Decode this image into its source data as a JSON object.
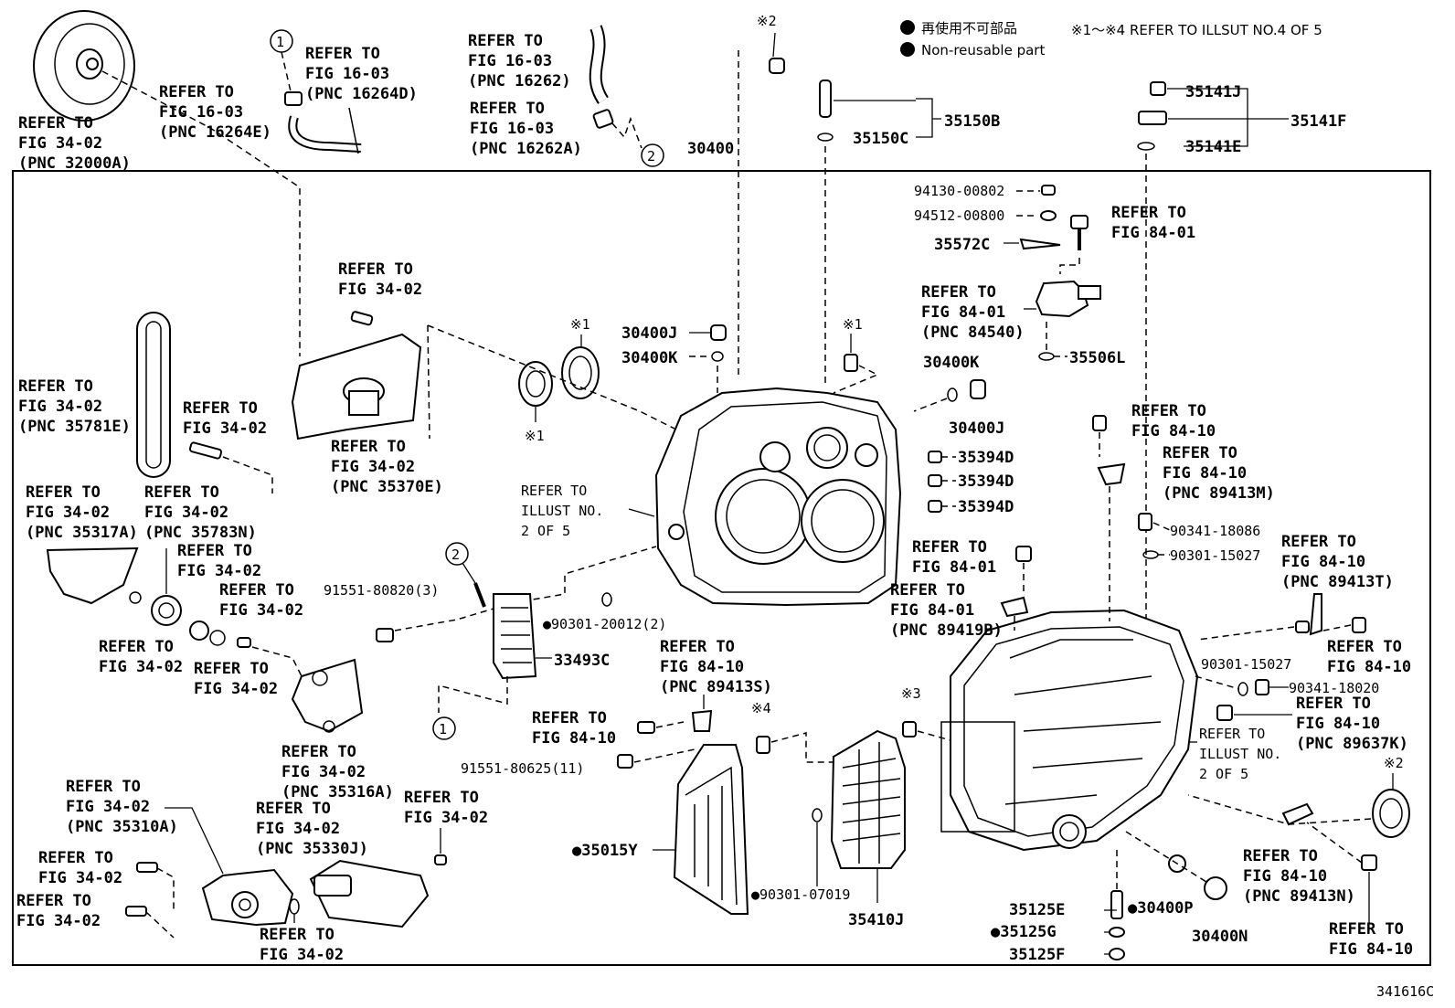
{
  "legend": {
    "jp_label": "再使用不可部品",
    "en_label": "Non-reusable part",
    "note": "※1～※4 REFER TO ILLSUT NO.4 OF 5"
  },
  "figure_code": "341616C",
  "marks": {
    "m1": "※1",
    "m2": "※2",
    "m3": "※3",
    "m4": "※4",
    "c1": "1",
    "c2": "2"
  },
  "parts": {
    "p30400": "30400",
    "p35150B": "35150B",
    "p35150C": "35150C",
    "p35141J": "35141J",
    "p35141F": "35141F",
    "p35141E": "35141E",
    "p94130": "94130-00802",
    "p94512": "94512-00800",
    "p35572C": "35572C",
    "p35506L": "35506L",
    "p30400J_a": "30400J",
    "p30400K_a": "30400K",
    "p30400K_b": "30400K",
    "p30400J_b": "30400J",
    "p35394D_a": "35394D",
    "p35394D_b": "35394D",
    "p35394D_c": "35394D",
    "p90341_18086": "90341-18086",
    "p90301_15027_a": "90301-15027",
    "p90301_15027_b": "90301-15027",
    "p90341_18020": "90341-18020",
    "p91551_80820": "91551-80820(3)",
    "p90301_20012": "●90301-20012(2)",
    "p33493C": "33493C",
    "p91551_80625": "91551-80625(11)",
    "p35015Y": "●35015Y",
    "p90301_07019": "●90301-07019",
    "p35410J": "35410J",
    "p35125E": "35125E",
    "p35125G": "●35125G",
    "p35125F": "35125F",
    "p30400P": "●30400P",
    "p30400N": "30400N"
  },
  "refs": {
    "r_tc": [
      "REFER TO",
      "FIG 34-02",
      "(PNC 32000A)"
    ],
    "r_16264E": [
      "REFER TO",
      "FIG 16-03",
      "(PNC 16264E)"
    ],
    "r_16264D": [
      "REFER TO",
      "FIG 16-03",
      "(PNC 16264D)"
    ],
    "r_16262": [
      "REFER TO",
      "FIG 16-03",
      "(PNC 16262)"
    ],
    "r_16262A": [
      "REFER TO",
      "FIG 16-03",
      "(PNC 16262A)"
    ],
    "r_84_01_a": [
      "REFER TO",
      "FIG 84-01"
    ],
    "r_84540": [
      "REFER TO",
      "FIG 84-01",
      "(PNC 84540)"
    ],
    "r_34_02_bolt": [
      "REFER TO",
      "FIG 34-02"
    ],
    "r_35781E": [
      "REFER TO",
      "FIG 34-02",
      "(PNC 35781E)"
    ],
    "r_34_02_b": [
      "REFER TO",
      "FIG 34-02"
    ],
    "r_35370E": [
      "REFER TO",
      "FIG 34-02",
      "(PNC 35370E)"
    ],
    "r_illust_a": [
      "REFER TO",
      "ILLUST NO.",
      "2 OF 5"
    ],
    "r_84_10_a": [
      "REFER TO",
      "FIG 84-10"
    ],
    "r_89413M": [
      "REFER TO",
      "FIG 84-10",
      "(PNC 89413M)"
    ],
    "r_35317A": [
      "REFER TO",
      "FIG 34-02",
      "(PNC 35317A)"
    ],
    "r_35783N": [
      "REFER TO",
      "FIG 34-02",
      "(PNC 35783N)"
    ],
    "r_34_02_c": [
      "REFER TO",
      "FIG 34-02"
    ],
    "r_34_02_d": [
      "REFER TO",
      "FIG 34-02"
    ],
    "r_34_02_e": [
      "REFER TO",
      "FIG 34-02"
    ],
    "r_34_02_f": [
      "REFER TO",
      "FIG 34-02"
    ],
    "r_84_01_b": [
      "REFER TO",
      "FIG 84-01"
    ],
    "r_89419B": [
      "REFER TO",
      "FIG 84-01",
      "(PNC 89419B)"
    ],
    "r_89413T": [
      "REFER TO",
      "FIG 84-10",
      "(PNC 89413T)"
    ],
    "r_84_10_b": [
      "REFER TO",
      "FIG 84-10"
    ],
    "r_89413S": [
      "REFER TO",
      "FIG 84-10",
      "(PNC 89413S)"
    ],
    "r_89637K": [
      "REFER TO",
      "FIG 84-10",
      "(PNC 89637K)"
    ],
    "r_84_10_c": [
      "REFER TO",
      "FIG 84-10"
    ],
    "r_illust_b": [
      "REFER TO",
      "ILLUST NO.",
      "2 OF 5"
    ],
    "r_35316A": [
      "REFER TO",
      "FIG 34-02",
      "(PNC 35316A)"
    ],
    "r_35310A": [
      "REFER TO",
      "FIG 34-02",
      "(PNC 35310A)"
    ],
    "r_35330J": [
      "REFER TO",
      "FIG 34-02",
      "(PNC 35330J)"
    ],
    "r_34_02_g": [
      "REFER TO",
      "FIG 34-02"
    ],
    "r_34_02_h": [
      "REFER TO",
      "FIG 34-02"
    ],
    "r_34_02_i": [
      "REFER TO",
      "FIG 34-02"
    ],
    "r_34_02_j": [
      "REFER TO",
      "FIG 34-02"
    ],
    "r_89413N": [
      "REFER TO",
      "FIG 84-10",
      "(PNC 89413N)"
    ],
    "r_84_10_d": [
      "REFER TO",
      "FIG 84-10"
    ]
  }
}
